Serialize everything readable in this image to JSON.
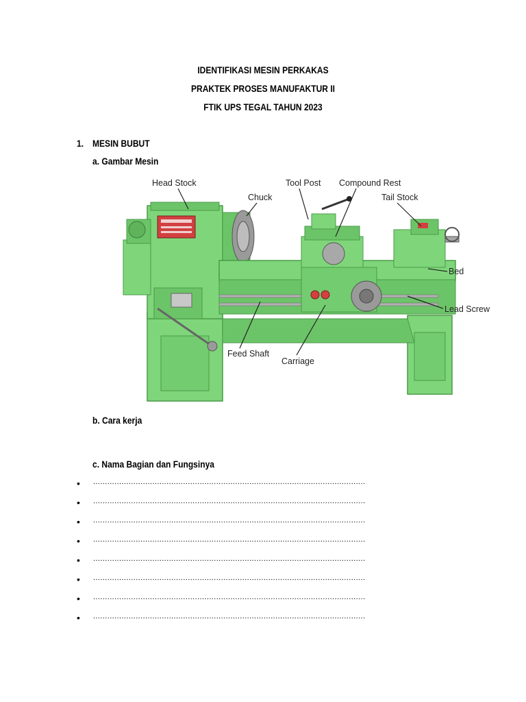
{
  "header": {
    "line1": "IDENTIFIKASI MESIN PERKAKAS",
    "line2": "PRAKTEK PROSES MANUFAKTUR II",
    "line3": "FTIK UPS TEGAL TAHUN 2023"
  },
  "section1": {
    "number": "1.",
    "title": "MESIN BUBUT",
    "a_label": "a.  Gambar Mesin",
    "b_label": "b.  Cara kerja",
    "c_label": "c.  Nama Bagian dan Fungsinya"
  },
  "diagram_labels": {
    "head_stock": "Head Stock",
    "chuck": "Chuck",
    "tool_post": "Tool Post",
    "compound_rest": "Compound Rest",
    "tail_stock": "Tail Stock",
    "bed": "Bed",
    "lead_screw": "Lead Screw",
    "feed_shaft": "Feed Shaft",
    "carriage": "Carriage"
  },
  "colors": {
    "machine_green": "#7fd67a",
    "machine_dark": "#4a9a48",
    "machine_shadow": "#5fb35b"
  },
  "bullet_lines": [
    {
      "bullet": "•",
      "text": "..................................................................................................................."
    },
    {
      "bullet": "•",
      "text": "..................................................................................................................."
    },
    {
      "bullet": "•",
      "text": "..................................................................................................................."
    },
    {
      "bullet": "•",
      "text": "..................................................................................................................."
    },
    {
      "bullet": "•",
      "text": "..................................................................................................................."
    },
    {
      "bullet": "•",
      "text": "..................................................................................................................."
    },
    {
      "bullet": "•",
      "text": "..................................................................................................................."
    },
    {
      "bullet": "•",
      "text": "..................................................................................................................."
    }
  ]
}
